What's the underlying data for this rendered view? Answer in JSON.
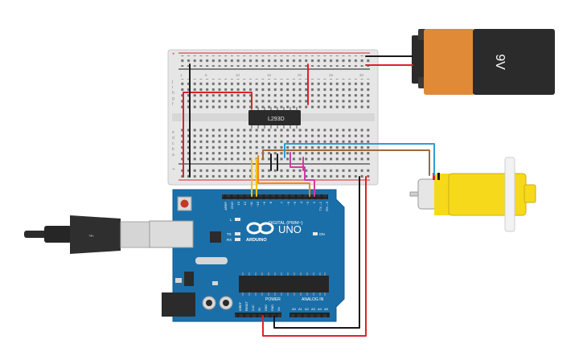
{
  "breadboard": {
    "row_labels_top": [
      "j",
      "i",
      "h",
      "g",
      "f"
    ],
    "row_labels_bottom": [
      "e",
      "d",
      "c",
      "b",
      "a"
    ],
    "col_numbers": [
      "1",
      "5",
      "10",
      "15",
      "20",
      "25",
      "30"
    ],
    "rail_plus": "+",
    "rail_minus": "−"
  },
  "ic": {
    "label": "L293D"
  },
  "battery": {
    "label": "9V"
  },
  "arduino": {
    "logo_text": "ARDUINO",
    "model": "UNO",
    "digital_header_label": "DIGITAL (PWM~)",
    "power_label": "POWER",
    "analog_label": "ANALOG IN",
    "on_label": "ON",
    "led_l": "L",
    "led_tx": "TX",
    "led_rx": "RX",
    "digital_pins": [
      "AREF",
      "GND",
      "13",
      "12",
      "~11",
      "~10",
      "~9",
      "8",
      "7",
      "~6",
      "~5",
      "4",
      "~3",
      "2",
      "TX→1",
      "RX←0"
    ],
    "power_pins": [
      "IOREF",
      "RESET",
      "3.3V",
      "5V",
      "GND",
      "GND",
      "Vin"
    ],
    "analog_pins": [
      "A0",
      "A1",
      "A2",
      "A3",
      "A4",
      "A5"
    ]
  },
  "colors": {
    "wire_red": "#e0212b",
    "wire_black": "#1a1a1a",
    "wire_blue": "#2a9fd6",
    "wire_brown": "#9b6a3a",
    "wire_orange": "#f08a1c",
    "wire_yellow": "#f2c316",
    "wire_magenta": "#d33aa6",
    "board_blue": "#1b6fa8",
    "motor_yellow": "#f6d91a",
    "battery_orange": "#e08a38"
  }
}
